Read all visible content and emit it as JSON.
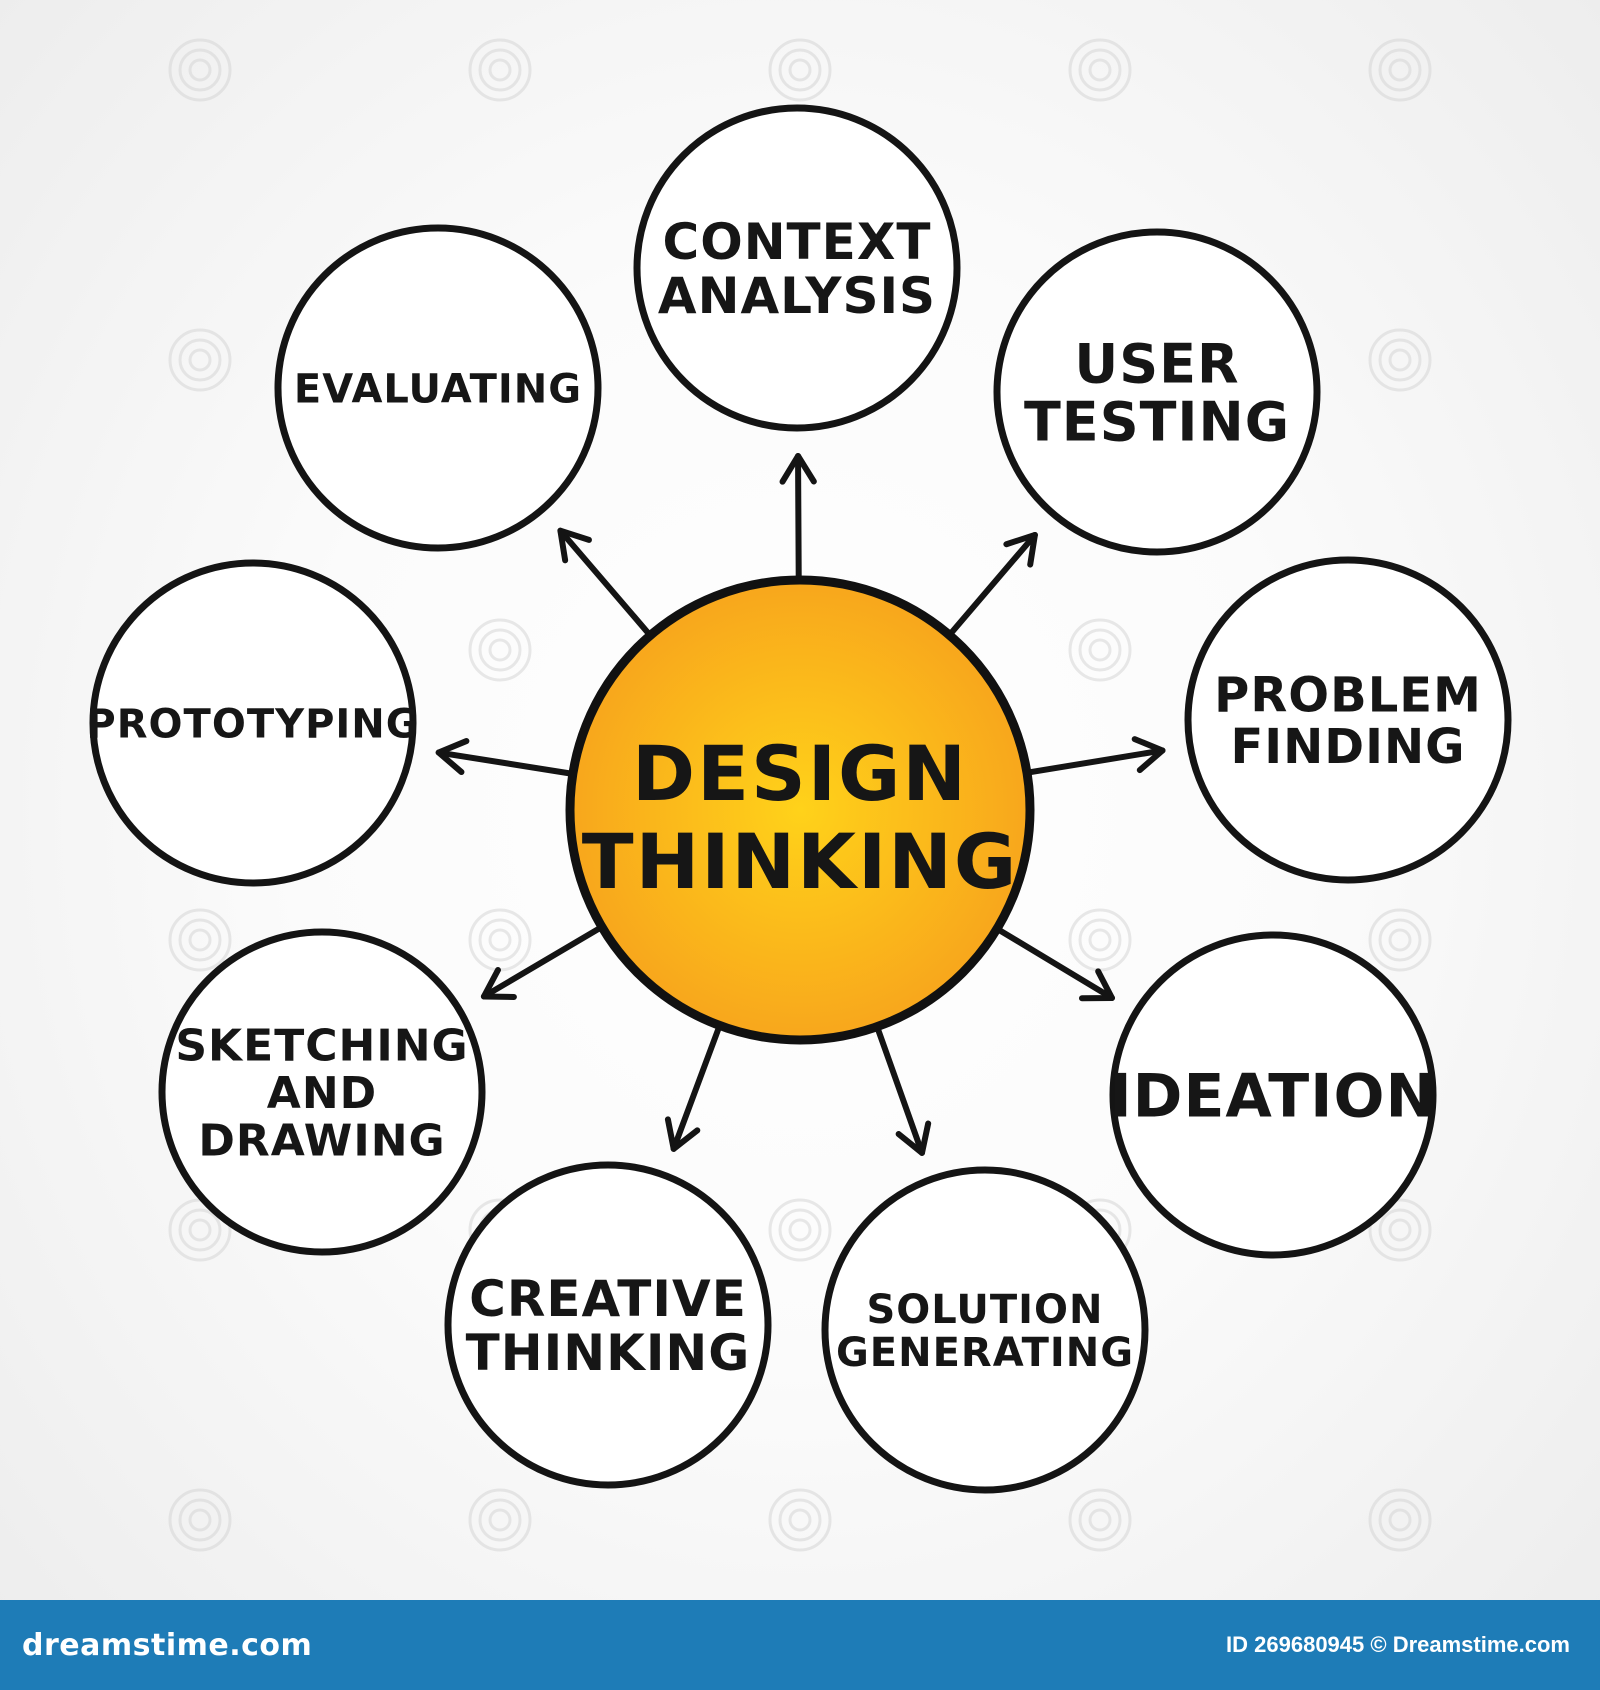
{
  "colors": {
    "center_fill_inner": "#ffd21a",
    "center_fill_outer": "#f7a21c",
    "stroke": "#141414",
    "footer_bg": "#1e7cb7"
  },
  "center": {
    "label_lines": [
      "DESIGN",
      "THINKING"
    ]
  },
  "nodes": [
    {
      "id": "context-analysis",
      "label_lines": [
        "CONTEXT",
        "ANALYSIS"
      ]
    },
    {
      "id": "user-testing",
      "label_lines": [
        "USER",
        "TESTING"
      ]
    },
    {
      "id": "problem-finding",
      "label_lines": [
        "PROBLEM",
        "FINDING"
      ]
    },
    {
      "id": "ideation",
      "label_lines": [
        "IDEATION"
      ]
    },
    {
      "id": "solution-generating",
      "label_lines": [
        "SOLUTION",
        "GENERATING"
      ]
    },
    {
      "id": "creative-thinking",
      "label_lines": [
        "CREATIVE",
        "THINKING"
      ]
    },
    {
      "id": "sketching-and-drawing",
      "label_lines": [
        "SKETCHING",
        "AND",
        "DRAWING"
      ]
    },
    {
      "id": "prototyping",
      "label_lines": [
        "PROTOTYPING"
      ]
    },
    {
      "id": "evaluating",
      "label_lines": [
        "EVALUATING"
      ]
    }
  ],
  "edges": [
    {
      "from": "center",
      "to": "context-analysis"
    },
    {
      "from": "center",
      "to": "user-testing"
    },
    {
      "from": "center",
      "to": "problem-finding"
    },
    {
      "from": "center",
      "to": "ideation"
    },
    {
      "from": "center",
      "to": "solution-generating"
    },
    {
      "from": "center",
      "to": "creative-thinking"
    },
    {
      "from": "center",
      "to": "sketching-and-drawing"
    },
    {
      "from": "center",
      "to": "prototyping"
    },
    {
      "from": "center",
      "to": "evaluating"
    }
  ],
  "watermark": {
    "icon": "dreamstime-swirl-icon"
  },
  "footer": {
    "brand": "dreamstime.com",
    "id_text": "ID 269680945 © Dreamstime.com"
  }
}
